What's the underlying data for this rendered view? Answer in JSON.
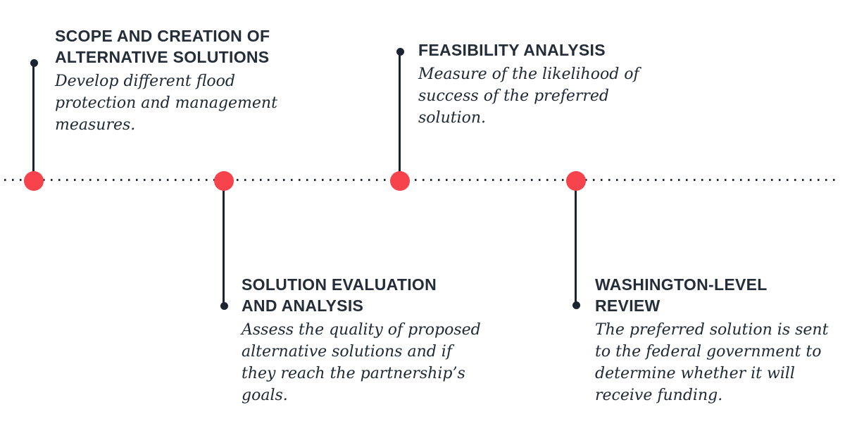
{
  "diagram": {
    "type": "timeline",
    "orientation": "horizontal",
    "colors": {
      "marker_red": "#f7434c",
      "ink_dark": "#1b2531",
      "title_color": "#242d38",
      "body_color": "#202a35"
    },
    "axis": {
      "style": "dotted",
      "dot_count_hint": "small square dots full width"
    },
    "milestones": [
      {
        "id": "scope-and-creation",
        "position": "above",
        "title": "SCOPE AND CREATION OF\nALTERNATIVE SOLUTIONS",
        "description": "Develop different flood\nprotection and management\nmeasures."
      },
      {
        "id": "solution-evaluation",
        "position": "below",
        "title": "SOLUTION EVALUATION\nAND ANALYSIS",
        "description": "Assess the quality of proposed\nalternative solutions and if\nthey reach the partnership’s\ngoals."
      },
      {
        "id": "feasibility-analysis",
        "position": "above",
        "title": "FEASIBILITY ANALYSIS",
        "description": "Measure of the likelihood of\nsuccess of the preferred\nsolution."
      },
      {
        "id": "washington-level-review",
        "position": "below",
        "title": "WASHINGTON-LEVEL\nREVIEW",
        "description": "The preferred solution is sent\nto the federal government to\ndetermine whether it will\nreceive funding."
      }
    ]
  }
}
